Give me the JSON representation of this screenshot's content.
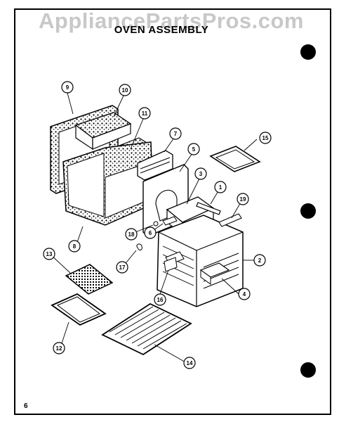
{
  "watermark": "AppliancePartsPros.com",
  "title": "OVEN ASSEMBLY",
  "page_number": "6",
  "callouts": [
    "1",
    "2",
    "4",
    "5",
    "6",
    "7",
    "8",
    "9",
    "10",
    "11",
    "12",
    "13",
    "14",
    "15",
    "16",
    "17",
    "18",
    "19",
    "3"
  ],
  "colors": {
    "ink": "#000000",
    "watermark": "#c8c8c8",
    "paper": "#ffffff"
  }
}
